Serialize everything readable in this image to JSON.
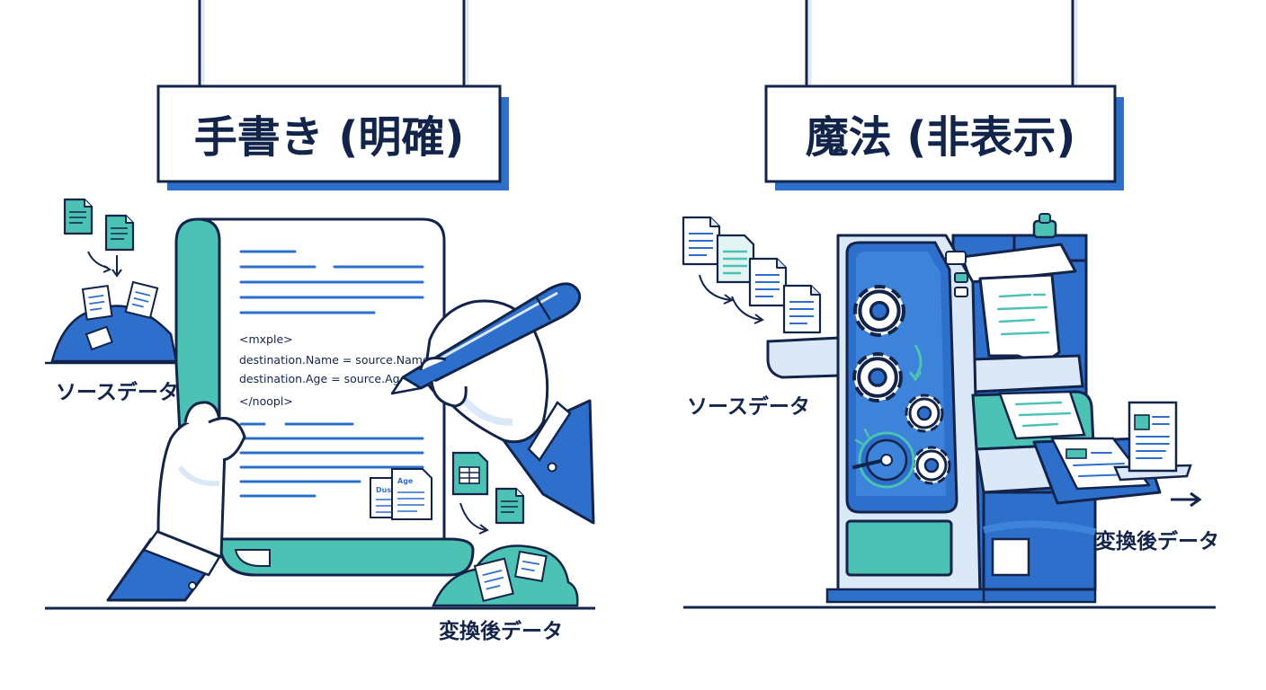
{
  "panels": {
    "left": {
      "title": "手書き (明確)",
      "source_label": "ソースデータ",
      "result_label": "変換後データ",
      "code_lines": [
        "<mxple>",
        "destination.Name = source.Name;",
        "destination.Age = source.Age;",
        "</noopl>"
      ],
      "doc_chips": [
        "Dus",
        "Age"
      ]
    },
    "right": {
      "title": "魔法 (非表示)",
      "source_label": "ソースデータ",
      "result_label": "変換後データ"
    }
  },
  "colors": {
    "navy": "#13244a",
    "blue": "#2f6fcc",
    "teal": "#4cc2b4",
    "light_blue": "#dbe8f7",
    "pale_teal": "#e3f5f2"
  }
}
